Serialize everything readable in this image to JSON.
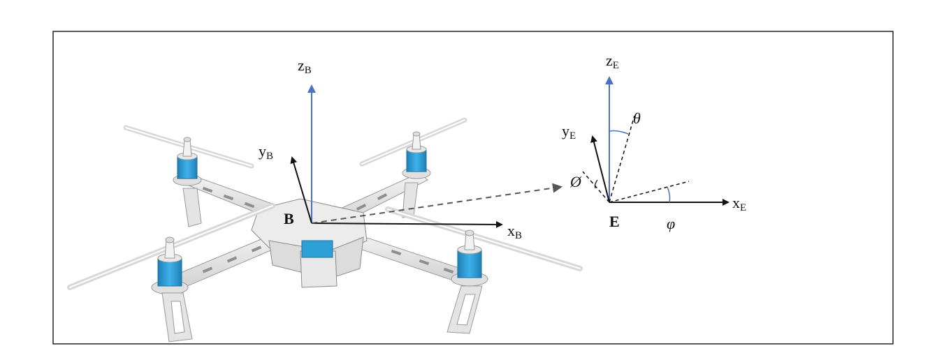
{
  "body_frame": {
    "origin_label": "B",
    "x_label": "x",
    "x_sub": "B",
    "y_label": "y",
    "y_sub": "B",
    "z_label": "z",
    "z_sub": "B"
  },
  "earth_frame": {
    "origin_label": "E",
    "x_label": "x",
    "x_sub": "E",
    "y_label": "y",
    "y_sub": "E",
    "z_label": "z",
    "z_sub": "E"
  },
  "angles": {
    "pitch": "θ",
    "roll": "Ø",
    "yaw": "φ"
  },
  "colors": {
    "z_axis": "#4a72c4",
    "axes": "#111111",
    "motor": "#2e9fd6",
    "frame": "#e6e6e6",
    "dashed_arrow": "#555555"
  }
}
